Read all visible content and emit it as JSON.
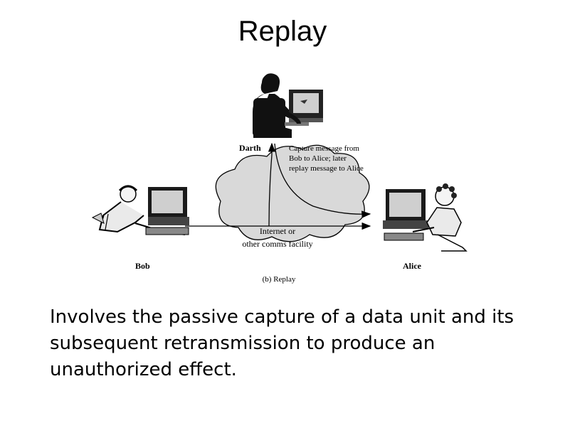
{
  "slide": {
    "title": "Replay",
    "body": "Involves the passive capture of a data unit and its subsequent retransmission to produce an unauthorized effect."
  },
  "diagram": {
    "attacker_label": "Darth",
    "annotation_lines": [
      "Capture message from",
      "Bob to Alice; later",
      "replay message to Alice"
    ],
    "sender_label": "Bob",
    "receiver_label": "Alice",
    "cloud_lines": [
      "Internet or",
      "other comms facility"
    ],
    "caption": "(b) Replay"
  }
}
